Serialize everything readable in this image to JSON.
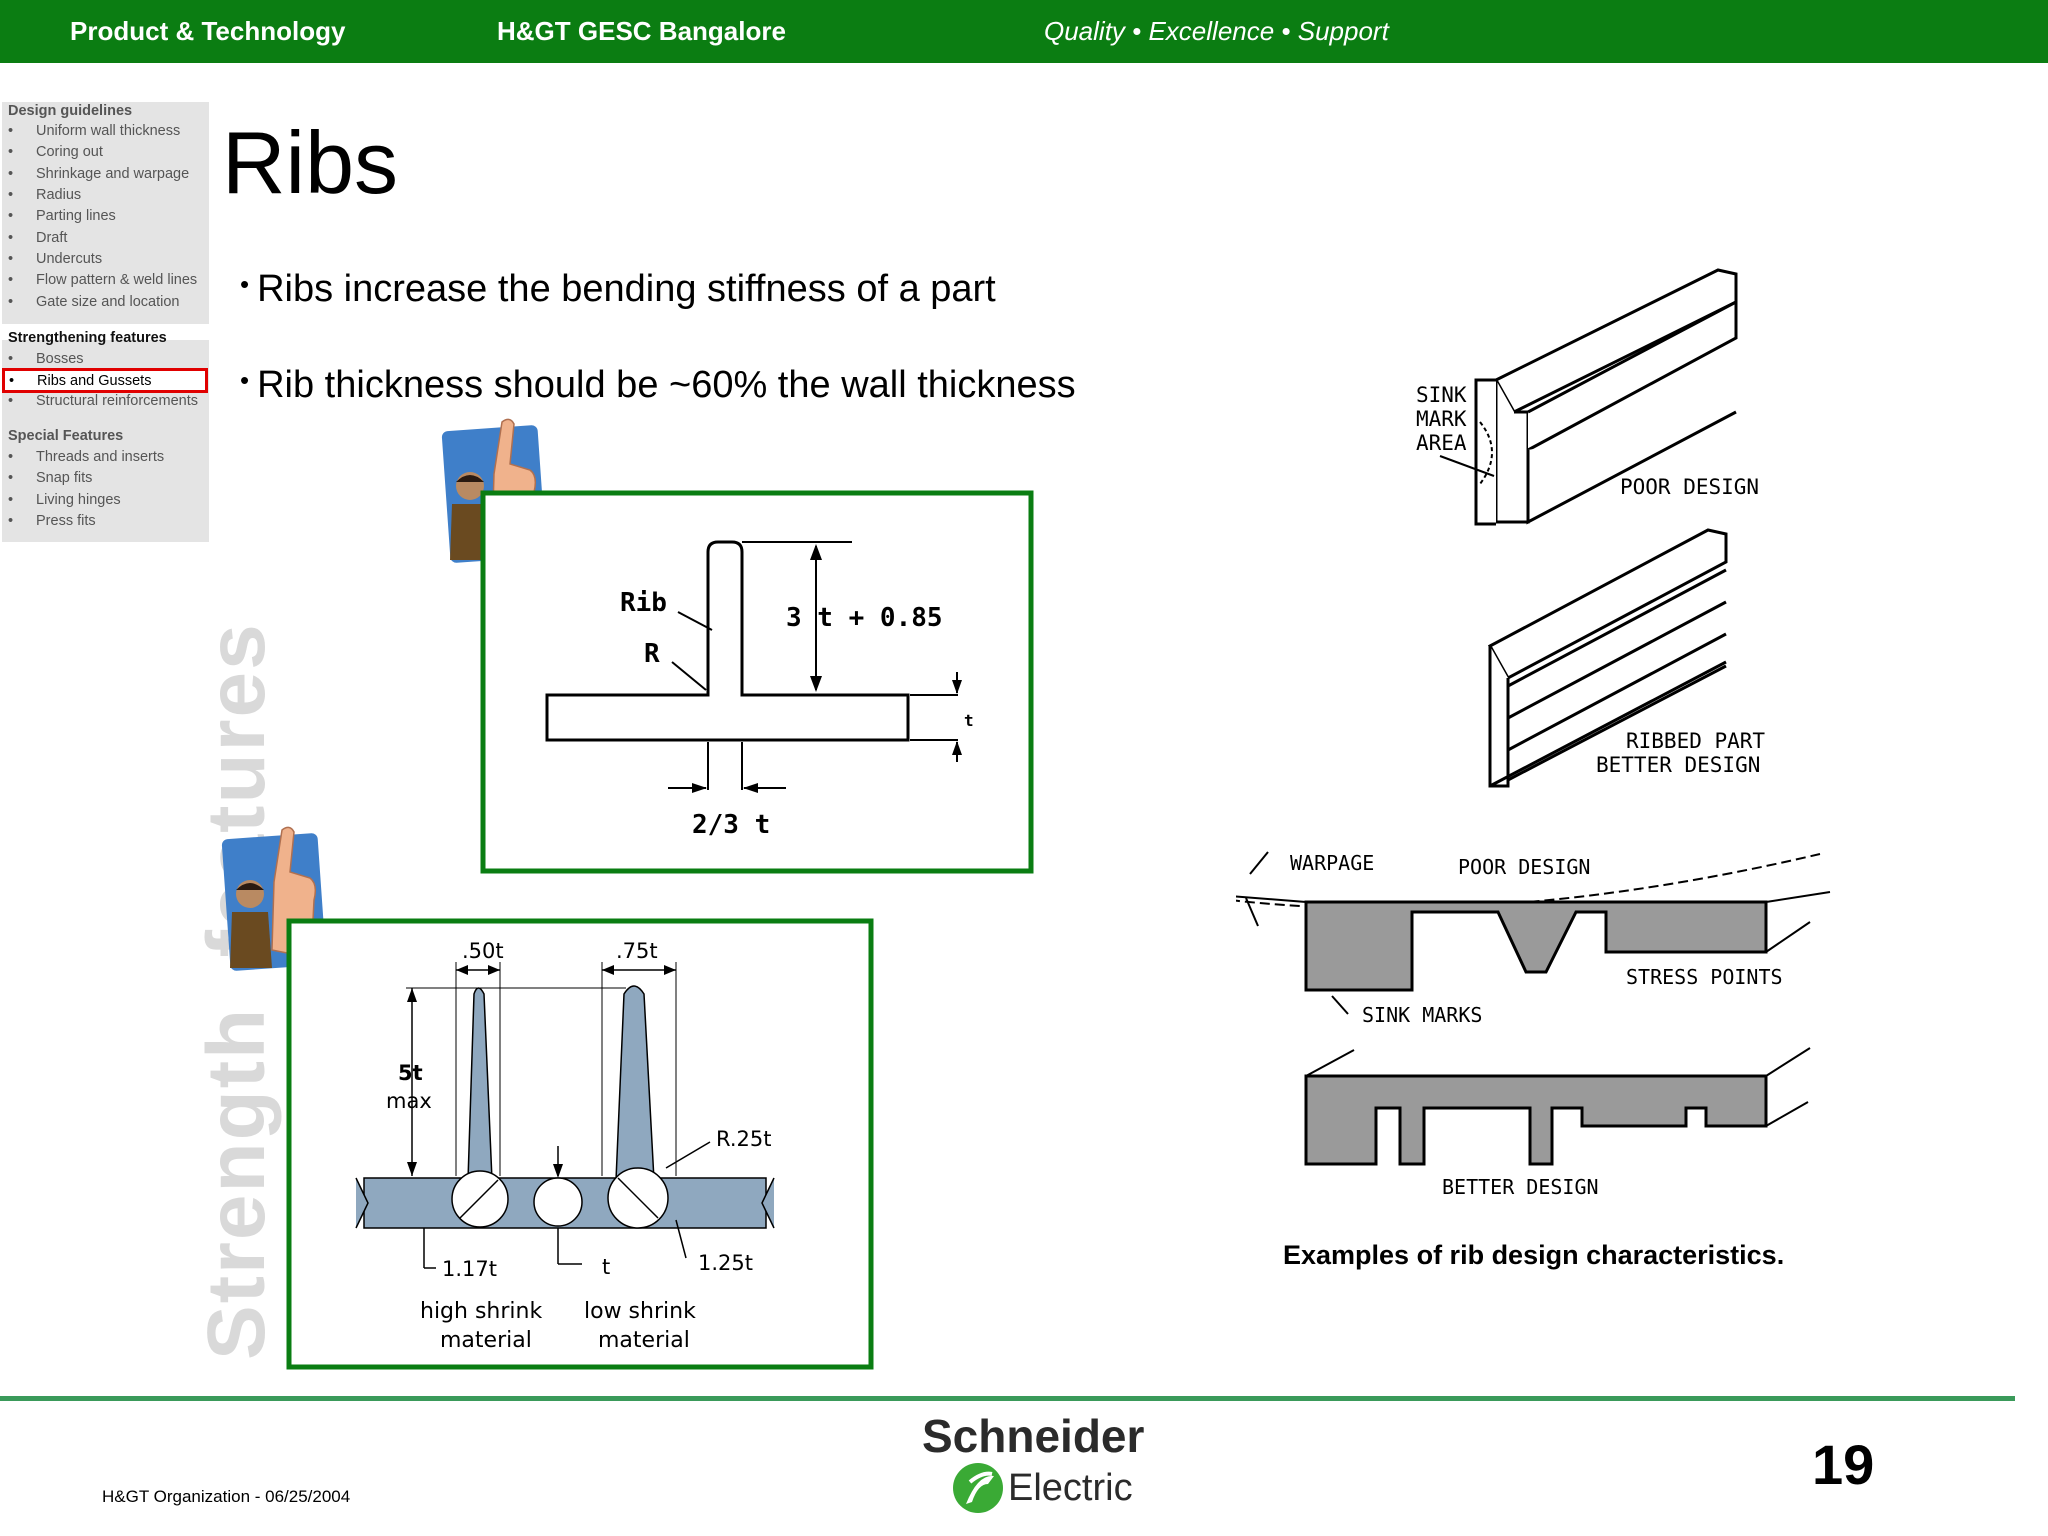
{
  "header": {
    "left": "Product & Technology",
    "center": "H&GT GESC Bangalore",
    "right": "Quality • Excellence • Support"
  },
  "sidebar": {
    "design_heading": "Design guidelines",
    "design_items": [
      "Uniform wall thickness",
      "Coring out",
      "Shrinkage and warpage",
      "Radius",
      "Parting lines",
      "Draft",
      "Undercuts",
      "Flow pattern & weld lines",
      "Gate size and location"
    ],
    "strength_heading": "Strengthening features",
    "strength_items": [
      "Bosses",
      "Ribs and Gussets",
      "Structural reinforcements"
    ],
    "special_heading": "Special Features",
    "special_items": [
      "Threads and inserts",
      "Snap fits",
      "Living hinges",
      "Press fits"
    ],
    "active_item": "Ribs and Gussets"
  },
  "vertical_title": "Strength  features",
  "title": "Ribs",
  "bullets": [
    "Ribs increase the bending stiffness of a part",
    "Rib thickness should be ~60% the wall thickness"
  ],
  "rib_diagram": {
    "rib_label": "Rib",
    "r_label": "R",
    "height_label": "3 t + 0.85",
    "t_label": "t",
    "width_label": "2/3 t"
  },
  "shrink_diagram": {
    "w1": ".50t",
    "w2": ".75t",
    "h1": "5t",
    "h2": "max",
    "radius": "R.25t",
    "d1": "1.17t",
    "d2": "t",
    "d3": "1.25t",
    "m1a": "high shrink",
    "m1b": "material",
    "m2a": "low shrink",
    "m2b": "material"
  },
  "right_diagram": {
    "sink1": "SINK",
    "sink2": "MARK",
    "sink3": "AREA",
    "poor1": "POOR DESIGN",
    "ribbed1": "RIBBED PART",
    "ribbed2": "BETTER DESIGN",
    "warpage": "WARPAGE",
    "poor2": "POOR DESIGN",
    "stress": "STRESS POINTS",
    "sinkmarks": "SINK MARKS",
    "better": "BETTER DESIGN"
  },
  "caption": "Examples of rib design characteristics.",
  "footer": "H&GT Organization - 06/25/2004",
  "page_number": "19",
  "logo": {
    "line1": "Schneider",
    "line2": "Electric"
  },
  "colors": {
    "brand_green": "#0b7d12",
    "frame_green": "#0a7d12",
    "active_red": "#e00000",
    "rib_blue": "#8fa8bf"
  }
}
